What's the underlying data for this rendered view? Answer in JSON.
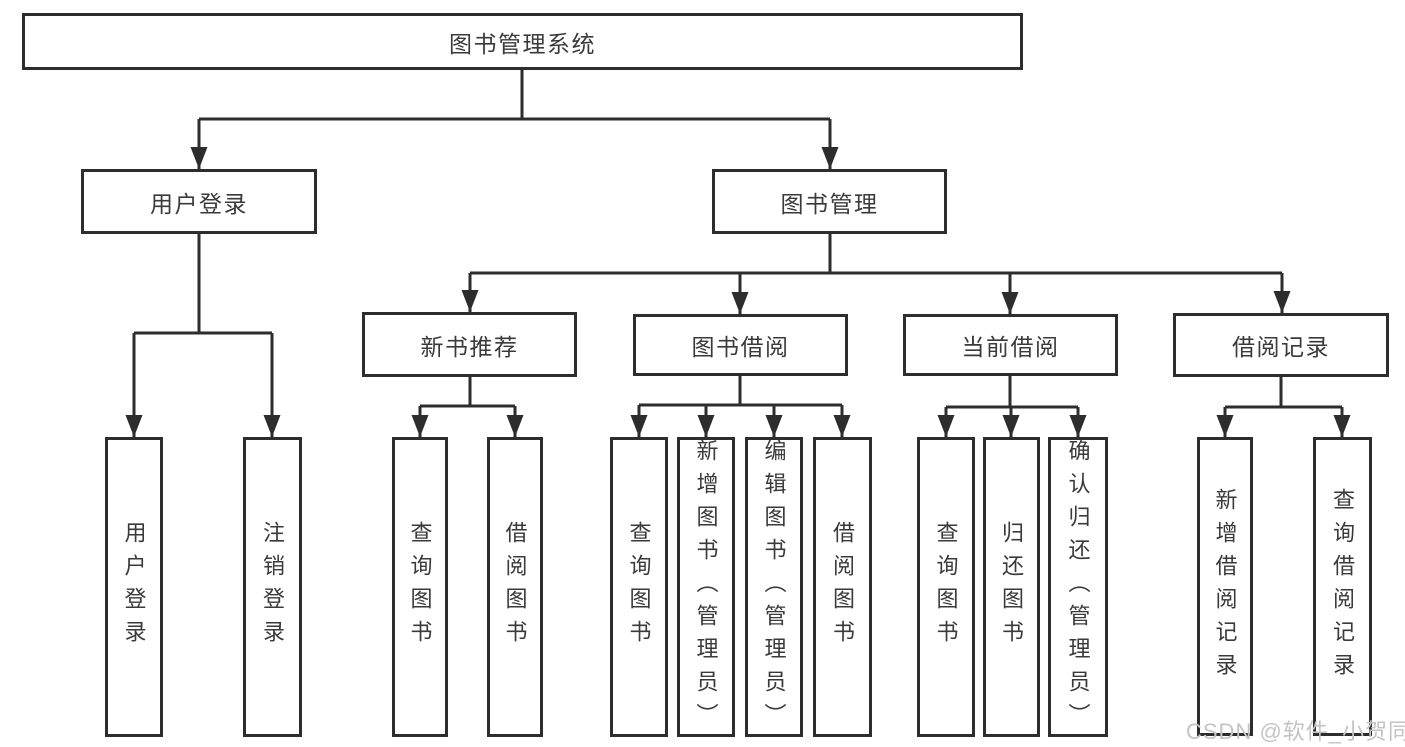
{
  "diagram": {
    "root": "图书管理系统",
    "branches": {
      "user_login": {
        "label": "用户登录",
        "children": [
          "用户登录",
          "注销登录"
        ]
      },
      "book_management": {
        "label": "图书管理",
        "groups": {
          "new_books": {
            "label": "新书推荐",
            "children": [
              "查询图书",
              "借阅图书"
            ]
          },
          "book_borrow": {
            "label": "图书借阅",
            "children": [
              "查询图书",
              "新增图书（管理员）",
              "编辑图书（管理员）",
              "借阅图书"
            ]
          },
          "current_borrow": {
            "label": "当前借阅",
            "children": [
              "查询图书",
              "归还图书",
              "确认归还（管理员）"
            ]
          },
          "borrow_records": {
            "label": "借阅记录",
            "children": [
              "新增借阅记录",
              "查询借阅记录"
            ]
          }
        }
      }
    },
    "watermark": "CSDN @软件_小贺同学",
    "colors": {
      "line": "#2d2d2d",
      "text": "#3a3a3a",
      "watermark": "#c4c4c4",
      "background": "#ffffff"
    }
  }
}
